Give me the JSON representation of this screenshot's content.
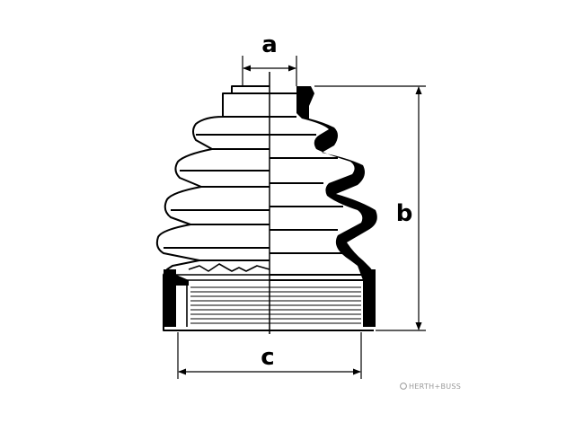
{
  "diagram": {
    "labels": {
      "a": "a",
      "b": "b",
      "c": "c"
    },
    "brand": "HERTH+BUSS"
  }
}
